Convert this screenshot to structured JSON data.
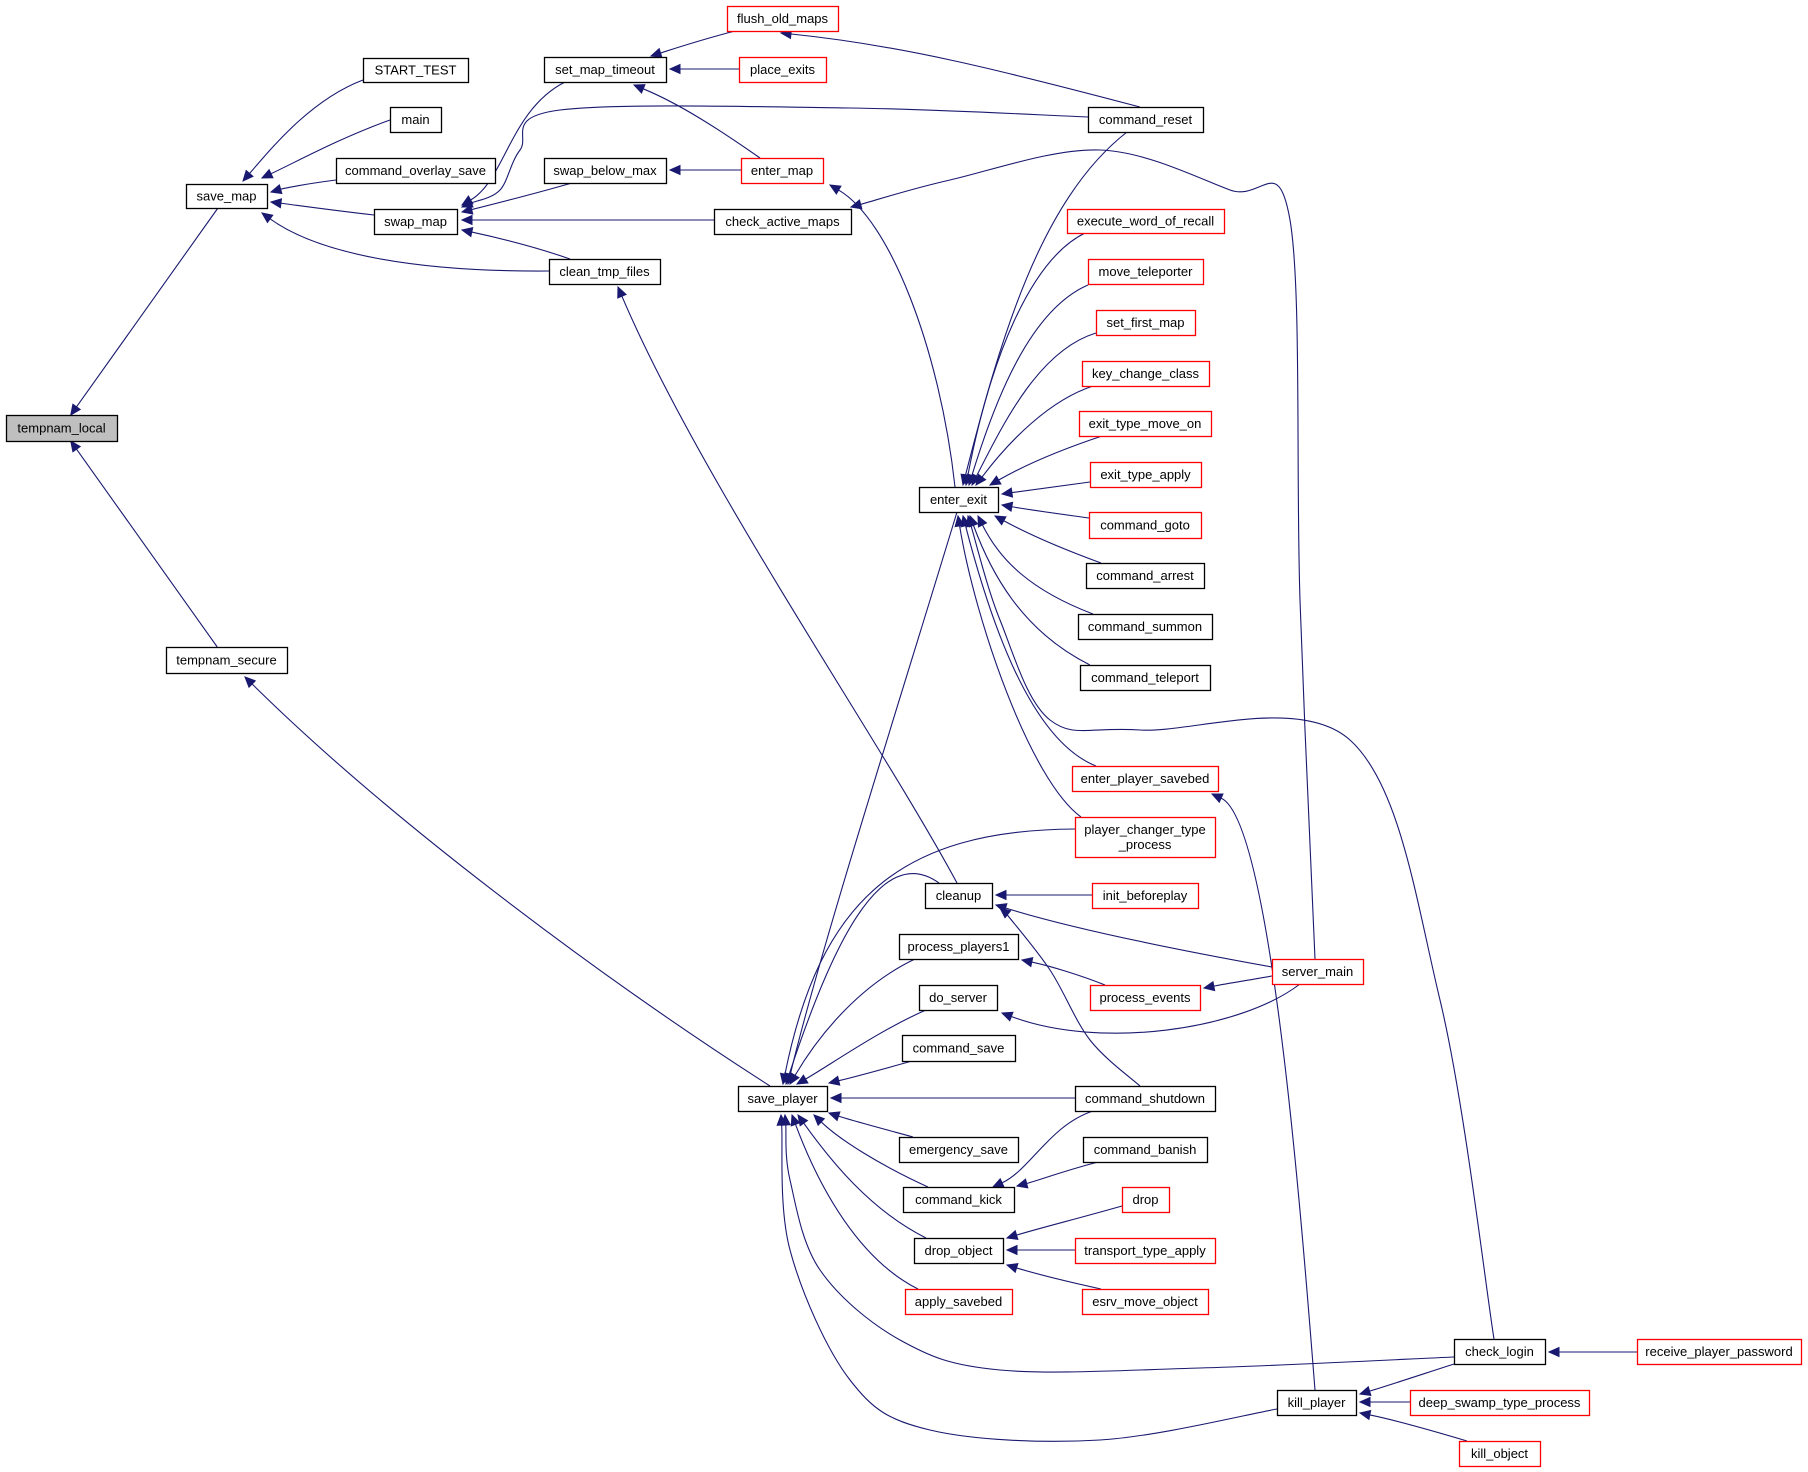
{
  "title": "Call graph of tempnam_local",
  "colors": {
    "edge": "#191970",
    "focus_fill": "#bfbfbf",
    "normal_border": "#000000",
    "truncated_border": "#ff0000",
    "node_fill": "#ffffff"
  },
  "nodes": [
    {
      "id": "tempnam_local",
      "label": "tempnam_local",
      "kind": "focus"
    },
    {
      "id": "save_map",
      "label": "save_map",
      "kind": "normal"
    },
    {
      "id": "tempnam_secure",
      "label": "tempnam_secure",
      "kind": "normal"
    },
    {
      "id": "START_TEST",
      "label": "START_TEST",
      "kind": "normal"
    },
    {
      "id": "main",
      "label": "main",
      "kind": "normal"
    },
    {
      "id": "command_overlay_save",
      "label": "command_overlay_save",
      "kind": "normal"
    },
    {
      "id": "swap_map",
      "label": "swap_map",
      "kind": "normal"
    },
    {
      "id": "set_map_timeout",
      "label": "set_map_timeout",
      "kind": "normal"
    },
    {
      "id": "flush_old_maps",
      "label": "flush_old_maps",
      "kind": "truncated"
    },
    {
      "id": "place_exits",
      "label": "place_exits",
      "kind": "truncated"
    },
    {
      "id": "swap_below_max",
      "label": "swap_below_max",
      "kind": "normal"
    },
    {
      "id": "enter_map",
      "label": "enter_map",
      "kind": "truncated"
    },
    {
      "id": "check_active_maps",
      "label": "check_active_maps",
      "kind": "normal"
    },
    {
      "id": "clean_tmp_files",
      "label": "clean_tmp_files",
      "kind": "normal"
    },
    {
      "id": "command_reset",
      "label": "command_reset",
      "kind": "normal"
    },
    {
      "id": "execute_word_of_recall",
      "label": "execute_word_of_recall",
      "kind": "truncated"
    },
    {
      "id": "move_teleporter",
      "label": "move_teleporter",
      "kind": "truncated"
    },
    {
      "id": "set_first_map",
      "label": "set_first_map",
      "kind": "truncated"
    },
    {
      "id": "key_change_class",
      "label": "key_change_class",
      "kind": "truncated"
    },
    {
      "id": "exit_type_move_on",
      "label": "exit_type_move_on",
      "kind": "truncated"
    },
    {
      "id": "exit_type_apply",
      "label": "exit_type_apply",
      "kind": "truncated"
    },
    {
      "id": "enter_exit",
      "label": "enter_exit",
      "kind": "normal"
    },
    {
      "id": "command_goto",
      "label": "command_goto",
      "kind": "truncated"
    },
    {
      "id": "command_arrest",
      "label": "command_arrest",
      "kind": "normal"
    },
    {
      "id": "command_summon",
      "label": "command_summon",
      "kind": "normal"
    },
    {
      "id": "command_teleport",
      "label": "command_teleport",
      "kind": "normal"
    },
    {
      "id": "enter_player_savebed",
      "label": "enter_player_savebed",
      "kind": "truncated"
    },
    {
      "id": "player_changer_type_process",
      "label": "player_changer_type\n_process",
      "kind": "truncated"
    },
    {
      "id": "cleanup",
      "label": "cleanup",
      "kind": "normal"
    },
    {
      "id": "init_beforeplay",
      "label": "init_beforeplay",
      "kind": "truncated"
    },
    {
      "id": "process_players1",
      "label": "process_players1",
      "kind": "normal"
    },
    {
      "id": "process_events",
      "label": "process_events",
      "kind": "truncated"
    },
    {
      "id": "server_main",
      "label": "server_main",
      "kind": "truncated"
    },
    {
      "id": "do_server",
      "label": "do_server",
      "kind": "normal"
    },
    {
      "id": "command_save",
      "label": "command_save",
      "kind": "normal"
    },
    {
      "id": "save_player",
      "label": "save_player",
      "kind": "normal"
    },
    {
      "id": "command_shutdown",
      "label": "command_shutdown",
      "kind": "normal"
    },
    {
      "id": "emergency_save",
      "label": "emergency_save",
      "kind": "normal"
    },
    {
      "id": "command_banish",
      "label": "command_banish",
      "kind": "normal"
    },
    {
      "id": "command_kick",
      "label": "command_kick",
      "kind": "normal"
    },
    {
      "id": "drop",
      "label": "drop",
      "kind": "truncated"
    },
    {
      "id": "drop_object",
      "label": "drop_object",
      "kind": "normal"
    },
    {
      "id": "transport_type_apply",
      "label": "transport_type_apply",
      "kind": "truncated"
    },
    {
      "id": "apply_savebed",
      "label": "apply_savebed",
      "kind": "truncated"
    },
    {
      "id": "esrv_move_object",
      "label": "esrv_move_object",
      "kind": "truncated"
    },
    {
      "id": "check_login",
      "label": "check_login",
      "kind": "normal"
    },
    {
      "id": "receive_player_password",
      "label": "receive_player_password",
      "kind": "truncated"
    },
    {
      "id": "kill_player",
      "label": "kill_player",
      "kind": "normal"
    },
    {
      "id": "deep_swamp_type_process",
      "label": "deep_swamp_type_process",
      "kind": "truncated"
    },
    {
      "id": "kill_object",
      "label": "kill_object",
      "kind": "truncated"
    }
  ],
  "edges": [
    {
      "caller": "save_map",
      "callee": "tempnam_local"
    },
    {
      "caller": "tempnam_secure",
      "callee": "tempnam_local"
    },
    {
      "caller": "START_TEST",
      "callee": "save_map"
    },
    {
      "caller": "main",
      "callee": "save_map"
    },
    {
      "caller": "command_overlay_save",
      "callee": "save_map"
    },
    {
      "caller": "swap_map",
      "callee": "save_map"
    },
    {
      "caller": "clean_tmp_files",
      "callee": "save_map"
    },
    {
      "caller": "set_map_timeout",
      "callee": "swap_map"
    },
    {
      "caller": "command_reset",
      "callee": "swap_map"
    },
    {
      "caller": "swap_below_max",
      "callee": "swap_map"
    },
    {
      "caller": "check_active_maps",
      "callee": "swap_map"
    },
    {
      "caller": "clean_tmp_files",
      "callee": "swap_map"
    },
    {
      "caller": "flush_old_maps",
      "callee": "set_map_timeout"
    },
    {
      "caller": "place_exits",
      "callee": "set_map_timeout"
    },
    {
      "caller": "enter_map",
      "callee": "set_map_timeout"
    },
    {
      "caller": "command_reset",
      "callee": "flush_old_maps"
    },
    {
      "caller": "enter_map",
      "callee": "swap_below_max"
    },
    {
      "caller": "enter_exit",
      "callee": "enter_map"
    },
    {
      "caller": "server_main",
      "callee": "check_active_maps"
    },
    {
      "caller": "cleanup",
      "callee": "clean_tmp_files"
    },
    {
      "caller": "command_reset",
      "callee": "enter_exit"
    },
    {
      "caller": "execute_word_of_recall",
      "callee": "enter_exit"
    },
    {
      "caller": "move_teleporter",
      "callee": "enter_exit"
    },
    {
      "caller": "set_first_map",
      "callee": "enter_exit"
    },
    {
      "caller": "key_change_class",
      "callee": "enter_exit"
    },
    {
      "caller": "exit_type_move_on",
      "callee": "enter_exit"
    },
    {
      "caller": "exit_type_apply",
      "callee": "enter_exit"
    },
    {
      "caller": "command_goto",
      "callee": "enter_exit"
    },
    {
      "caller": "command_arrest",
      "callee": "enter_exit"
    },
    {
      "caller": "command_summon",
      "callee": "enter_exit"
    },
    {
      "caller": "command_teleport",
      "callee": "enter_exit"
    },
    {
      "caller": "enter_player_savebed",
      "callee": "enter_exit"
    },
    {
      "caller": "player_changer_type_process",
      "callee": "enter_exit"
    },
    {
      "caller": "check_login",
      "callee": "enter_exit"
    },
    {
      "caller": "save_player",
      "callee": "tempnam_secure"
    },
    {
      "caller": "enter_exit",
      "callee": "save_player"
    },
    {
      "caller": "player_changer_type_process",
      "callee": "save_player"
    },
    {
      "caller": "cleanup",
      "callee": "save_player"
    },
    {
      "caller": "process_players1",
      "callee": "save_player"
    },
    {
      "caller": "do_server",
      "callee": "save_player"
    },
    {
      "caller": "command_save",
      "callee": "save_player"
    },
    {
      "caller": "command_shutdown",
      "callee": "save_player"
    },
    {
      "caller": "emergency_save",
      "callee": "save_player"
    },
    {
      "caller": "command_kick",
      "callee": "save_player"
    },
    {
      "caller": "drop_object",
      "callee": "save_player"
    },
    {
      "caller": "apply_savebed",
      "callee": "save_player"
    },
    {
      "caller": "check_login",
      "callee": "save_player"
    },
    {
      "caller": "kill_player",
      "callee": "save_player"
    },
    {
      "caller": "init_beforeplay",
      "callee": "cleanup"
    },
    {
      "caller": "server_main",
      "callee": "cleanup"
    },
    {
      "caller": "command_shutdown",
      "callee": "cleanup"
    },
    {
      "caller": "process_events",
      "callee": "process_players1"
    },
    {
      "caller": "server_main",
      "callee": "process_events"
    },
    {
      "caller": "server_main",
      "callee": "do_server"
    },
    {
      "caller": "command_shutdown",
      "callee": "command_kick"
    },
    {
      "caller": "command_banish",
      "callee": "command_kick"
    },
    {
      "caller": "drop",
      "callee": "drop_object"
    },
    {
      "caller": "transport_type_apply",
      "callee": "drop_object"
    },
    {
      "caller": "esrv_move_object",
      "callee": "drop_object"
    },
    {
      "caller": "receive_player_password",
      "callee": "check_login"
    },
    {
      "caller": "check_login",
      "callee": "kill_player"
    },
    {
      "caller": "deep_swamp_type_process",
      "callee": "kill_player"
    },
    {
      "caller": "kill_object",
      "callee": "kill_player"
    },
    {
      "caller": "kill_player",
      "callee": "enter_player_savebed"
    }
  ]
}
